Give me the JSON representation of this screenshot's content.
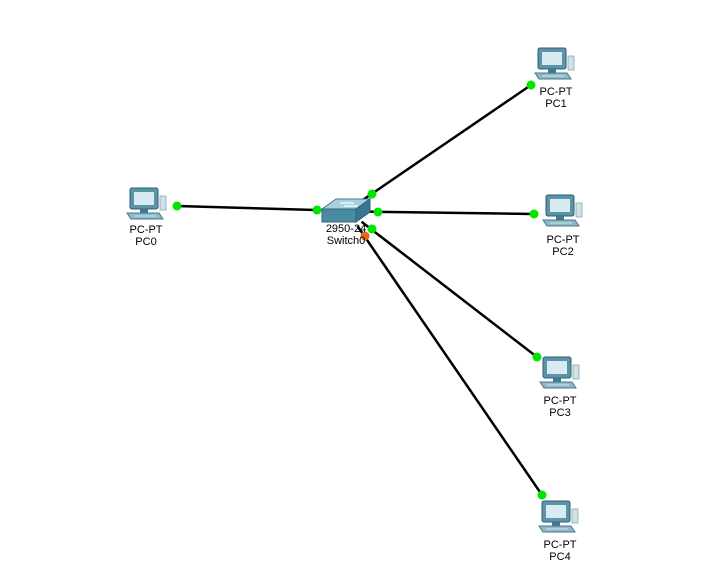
{
  "colors": {
    "background": "#ffffff",
    "link": "#000000",
    "link_up": "#00e400",
    "link_blocking": "#e06a1a",
    "device_body": "#5b93a8",
    "device_screen": "#d8eaf2",
    "switch_body": "#4a8aa3",
    "switch_top": "#a9cfdd"
  },
  "devices": [
    {
      "id": "pc0",
      "type": "pc",
      "icon": "pc-icon",
      "model": "PC-PT",
      "name": "PC0"
    },
    {
      "id": "pc1",
      "type": "pc",
      "icon": "pc-icon",
      "model": "PC-PT",
      "name": "PC1"
    },
    {
      "id": "pc2",
      "type": "pc",
      "icon": "pc-icon",
      "model": "PC-PT",
      "name": "PC2"
    },
    {
      "id": "pc3",
      "type": "pc",
      "icon": "pc-icon",
      "model": "PC-PT",
      "name": "PC3"
    },
    {
      "id": "pc4",
      "type": "pc",
      "icon": "pc-icon",
      "model": "PC-PT",
      "name": "PC4"
    },
    {
      "id": "switch0",
      "type": "switch",
      "icon": "switch-icon",
      "model": "2950-24",
      "name": "Switch0"
    }
  ],
  "links": [
    {
      "from": "pc0",
      "to": "switch0",
      "from_state": "up",
      "to_state": "up"
    },
    {
      "from": "pc1",
      "to": "switch0",
      "from_state": "up",
      "to_state": "up"
    },
    {
      "from": "pc2",
      "to": "switch0",
      "from_state": "up",
      "to_state": "up"
    },
    {
      "from": "pc3",
      "to": "switch0",
      "from_state": "up",
      "to_state": "up"
    },
    {
      "from": "pc4",
      "to": "switch0",
      "from_state": "up",
      "to_state": "blocking"
    }
  ]
}
